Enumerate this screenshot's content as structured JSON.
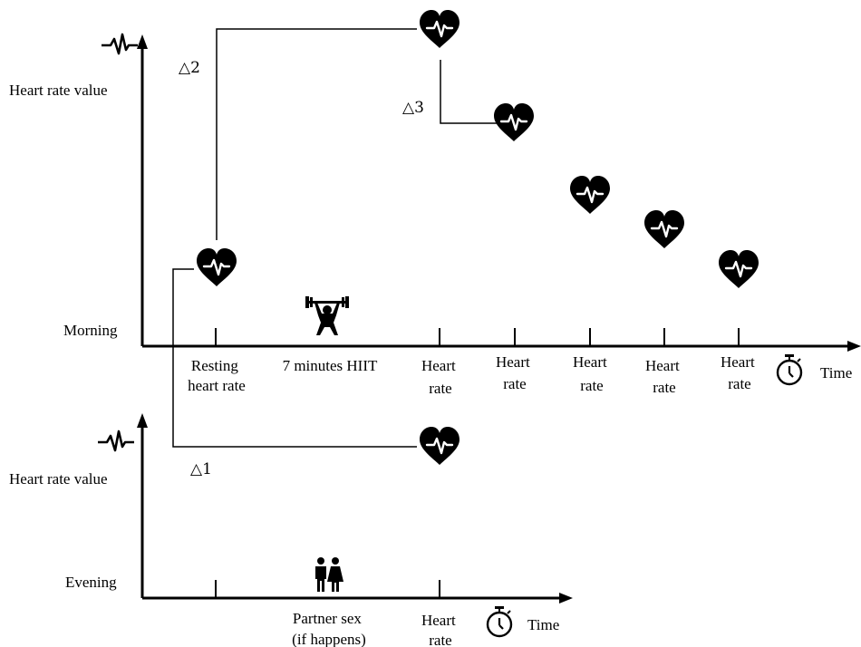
{
  "top_panel": {
    "y_axis_label": "Heart rate value",
    "session_label": "Morning",
    "x_axis_label": "Time",
    "x_labels": [
      [
        "Resting",
        "heart rate"
      ],
      [
        "7 minutes HIIT"
      ],
      [
        "Heart",
        "rate"
      ],
      [
        "Heart",
        "rate"
      ],
      [
        "Heart",
        "rate"
      ],
      [
        "Heart",
        "rate"
      ],
      [
        "Heart",
        "rate"
      ]
    ],
    "icons": [
      "pulse-icon",
      "heart-icon",
      "weightlifter-icon",
      "stopwatch-icon"
    ]
  },
  "bottom_panel": {
    "y_axis_label": "Heart rate value",
    "session_label": "Evening",
    "x_axis_label": "Time",
    "x_labels": [
      [
        "Partner sex",
        "(if happens)"
      ],
      [
        "Heart",
        "rate"
      ]
    ],
    "icons": [
      "pulse-icon",
      "heart-icon",
      "couple-icon",
      "stopwatch-icon"
    ]
  },
  "deltas": {
    "d1": "△1",
    "d2": "△2",
    "d3": "△3"
  }
}
